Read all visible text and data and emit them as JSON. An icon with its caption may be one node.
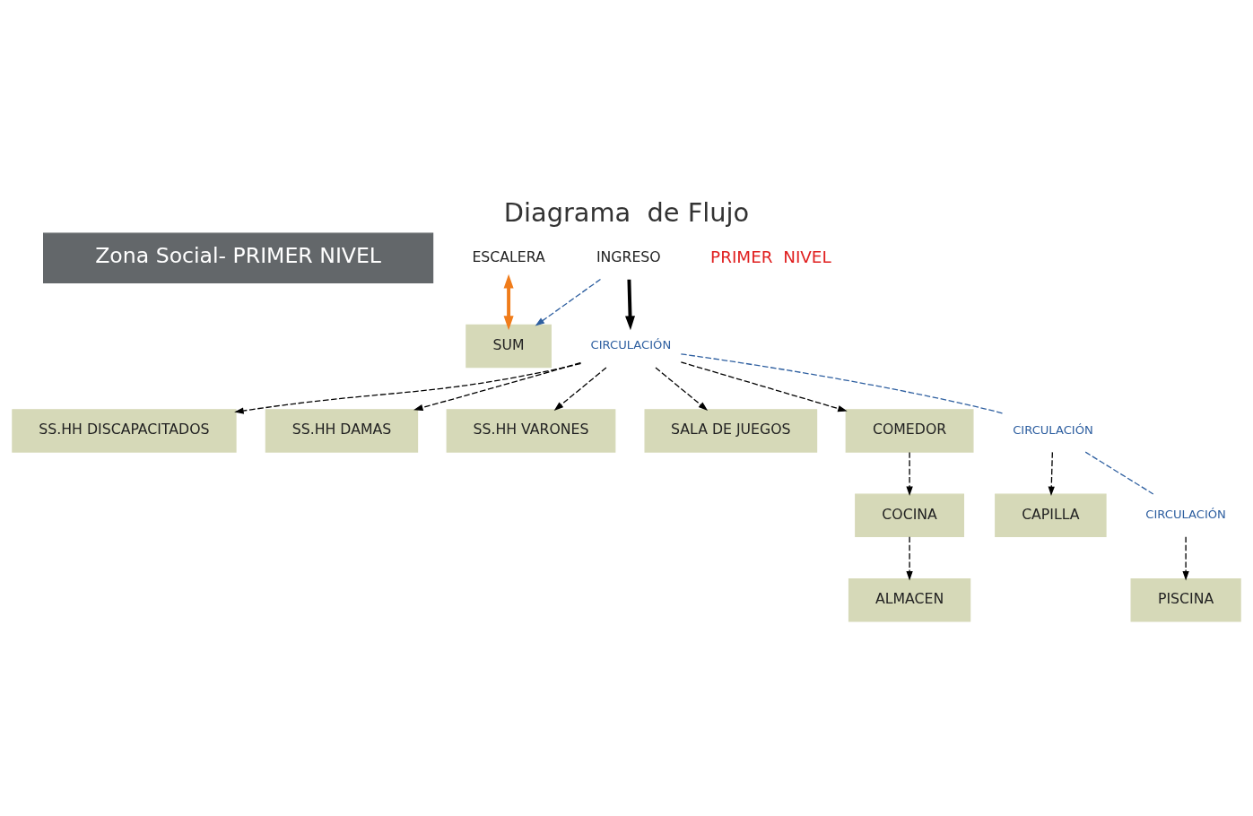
{
  "diagram": {
    "title": "Diagrama  de Flujo",
    "nodes": [
      {
        "text": [
          "Zona Social- PRIMER NIVEL"
        ]
      },
      {
        "text": [
          "SS.HH DISCAPACITADOS"
        ]
      },
      {
        "text": [
          "SS.HH DAMAS"
        ]
      },
      {
        "text": [
          "SS.HH VARONES"
        ]
      },
      {
        "text": [
          "CAPILLA"
        ]
      },
      {
        "text": [
          "SALA DE JUEGOS"
        ]
      },
      {
        "text": [
          "ALMACEN"
        ]
      },
      {
        "text": [
          "COCINA"
        ]
      },
      {
        "text": [
          "COMEDOR"
        ]
      },
      {
        "text": [
          "ESCALERA"
        ]
      },
      {
        "text": [
          "SUM"
        ]
      },
      {
        "text": [
          "PISCINA"
        ]
      },
      {
        "text": [
          "CIRCULACIÓN"
        ]
      },
      {
        "text": [
          "CIRCULACIÓN"
        ]
      },
      {
        "text": [
          "CIRCULACIÓN"
        ]
      },
      {
        "text": [
          "INGRESO"
        ]
      }
    ],
    "edges": [
      {
        "from": 15,
        "to": 12,
        "arrow": "to",
        "style": "thick"
      },
      {
        "from": 15,
        "to": 10,
        "arrow": "to",
        "style": "dashed",
        "color": "#2e5fa0"
      },
      {
        "from": 12,
        "to": 1,
        "arrow": "to",
        "style": "dashed"
      },
      {
        "from": 12,
        "to": 2,
        "arrow": "to",
        "style": "dashed"
      },
      {
        "from": 12,
        "to": 3,
        "arrow": "to",
        "style": "dashed"
      },
      {
        "from": 12,
        "to": 5,
        "arrow": "to",
        "style": "dashed"
      },
      {
        "from": 12,
        "to": 8,
        "arrow": "to",
        "style": "dashed"
      },
      {
        "from": 8,
        "to": 7,
        "arrow": "to",
        "style": "dashed"
      },
      {
        "from": 7,
        "to": 6,
        "arrow": "to",
        "style": "dashed"
      },
      {
        "from": 12,
        "to": 13,
        "arrow": "none",
        "style": "dashed",
        "color": "#2e5fa0"
      },
      {
        "from": 13,
        "to": 4,
        "arrow": "to",
        "style": "dashed"
      },
      {
        "from": 13,
        "to": 14,
        "arrow": "none",
        "style": "dashed",
        "color": "#2e5fa0"
      },
      {
        "from": 14,
        "to": 11,
        "arrow": "to",
        "style": "dashed"
      },
      {
        "from": 9,
        "to": 10,
        "arrow": "both",
        "style": "thick",
        "color": "#f07c1a"
      }
    ],
    "labels": [
      "PRIMER  NIVEL"
    ]
  }
}
